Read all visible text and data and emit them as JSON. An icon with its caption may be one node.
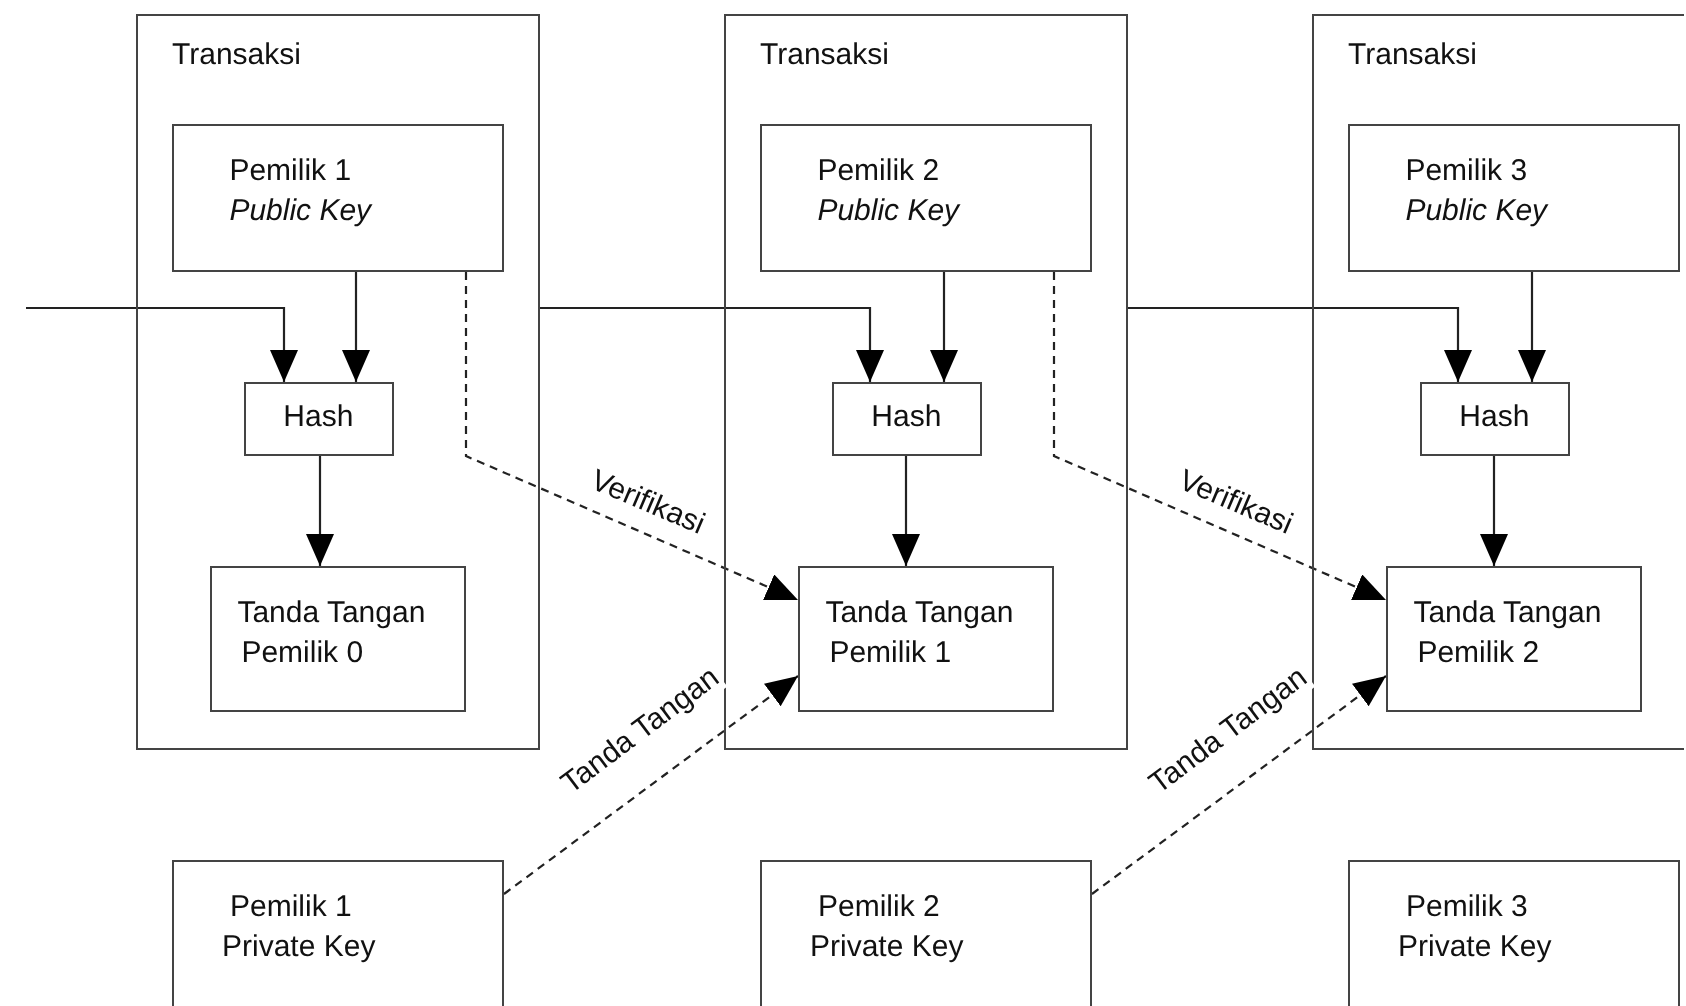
{
  "diagram": {
    "nodes": [
      {
        "text": [
          "Transaksi"
        ]
      },
      {
        "text": [
          "Pemilik 1",
          "Public Key"
        ],
        "in": 0
      },
      {
        "text": [
          "Hash"
        ],
        "in": 0
      },
      {
        "text": [
          "Tanda Tangan",
          "Pemilik 0"
        ],
        "in": 0
      },
      {
        "text": [
          "Transaksi"
        ]
      },
      {
        "text": [
          "Pemilik 2",
          "Public Key"
        ],
        "in": 4
      },
      {
        "text": [
          "Hash"
        ],
        "in": 4
      },
      {
        "text": [
          "Tanda Tangan",
          "Pemilik 1"
        ],
        "in": 4
      },
      {
        "text": [
          "Transaksi"
        ]
      },
      {
        "text": [
          "Pemilik 3",
          "Public Key"
        ],
        "in": 8
      },
      {
        "text": [
          "Hash"
        ],
        "in": 8
      },
      {
        "text": [
          "Tanda Tangan",
          "Pemilik 2"
        ],
        "in": 8
      },
      {
        "text": [
          "Pemilik 1",
          "Private Key"
        ]
      },
      {
        "text": [
          "Pemilik 2",
          "Private Key"
        ]
      },
      {
        "text": [
          "Pemilik 3",
          "Private Key"
        ]
      }
    ],
    "edges": [
      {
        "from": null,
        "to": 2,
        "arrow": "to"
      },
      {
        "from": 1,
        "to": 2,
        "arrow": "to"
      },
      {
        "from": 2,
        "to": 3,
        "arrow": "to"
      },
      {
        "from": 1,
        "to": 7,
        "arrow": "to",
        "label": "Verifikasi",
        "style": "dashed"
      },
      {
        "from": 0,
        "to": 6,
        "arrow": "to"
      },
      {
        "from": 5,
        "to": 6,
        "arrow": "to"
      },
      {
        "from": 6,
        "to": 7,
        "arrow": "to"
      },
      {
        "from": 5,
        "to": 11,
        "arrow": "to",
        "label": "Verifikasi",
        "style": "dashed"
      },
      {
        "from": 4,
        "to": 10,
        "arrow": "to"
      },
      {
        "from": 9,
        "to": 10,
        "arrow": "to"
      },
      {
        "from": 10,
        "to": 11,
        "arrow": "to"
      },
      {
        "from": 12,
        "to": 7,
        "arrow": "to",
        "label": "Tanda Tangan",
        "style": "dashed"
      },
      {
        "from": 13,
        "to": 11,
        "arrow": "to",
        "label": "Tanda Tangan",
        "style": "dashed"
      }
    ]
  }
}
